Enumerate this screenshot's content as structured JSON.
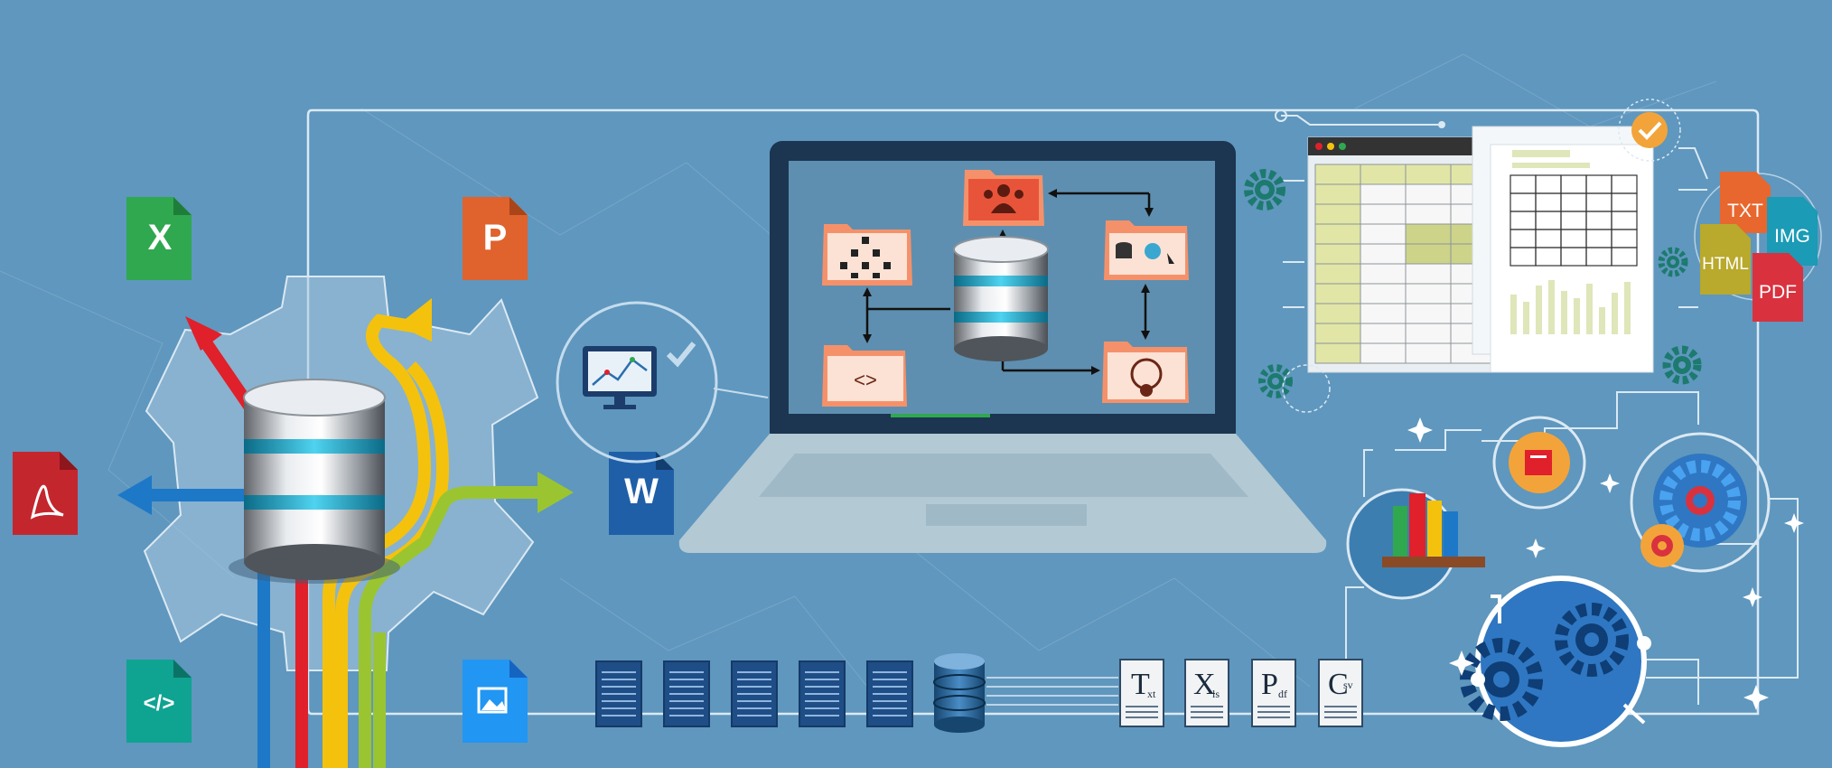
{
  "colors": {
    "background": "#5f97be",
    "excel": "#2fa84f",
    "powerpoint": "#e0622d",
    "word": "#1f5fa8",
    "pdf": "#c4262e",
    "code": "#0fa392",
    "image": "#2196f3",
    "laptop_frame": "#1c3550",
    "folder": "#f5916a",
    "gear": "#1d7a6e",
    "txt": "#e8672e",
    "img": "#1b9bb5",
    "html": "#b9a92c",
    "pdf_tag": "#d9323e"
  },
  "file_icons": {
    "excel": "X",
    "powerpoint": "P",
    "word": "W",
    "code": "</>"
  },
  "format_tags": {
    "txt": "TXT",
    "img": "IMG",
    "html": "HTML",
    "pdf": "PDF"
  },
  "doc_icons": {
    "txt": {
      "big": "T",
      "small": "xt"
    },
    "xls": {
      "big": "X",
      "small": "ls"
    },
    "pdf": {
      "big": "P",
      "small": "df"
    },
    "csv": {
      "big": "C",
      "small": "sv"
    }
  }
}
